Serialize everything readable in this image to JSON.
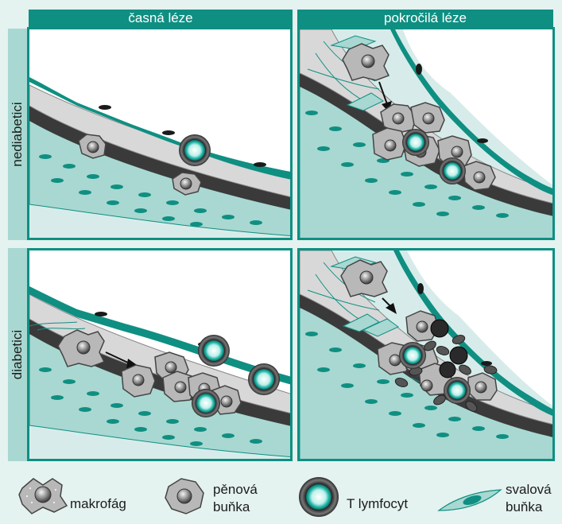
{
  "columns": {
    "early": "časná léze",
    "advanced": "pokročilá léze"
  },
  "rows": {
    "nondiabetic": "nediabetici",
    "diabetic": "diabetici"
  },
  "legend": {
    "macrophage": "makrofág",
    "foam_cell_line1": "pěnová",
    "foam_cell_line2": "buňka",
    "t_lymphocyte": "T lymfocyt",
    "muscle_cell_line1": "svalová",
    "muscle_cell_line2": "buňka"
  },
  "colors": {
    "teal": "#0f8f82",
    "light_teal": "#a8d8d1",
    "background": "#e4f2f0"
  }
}
